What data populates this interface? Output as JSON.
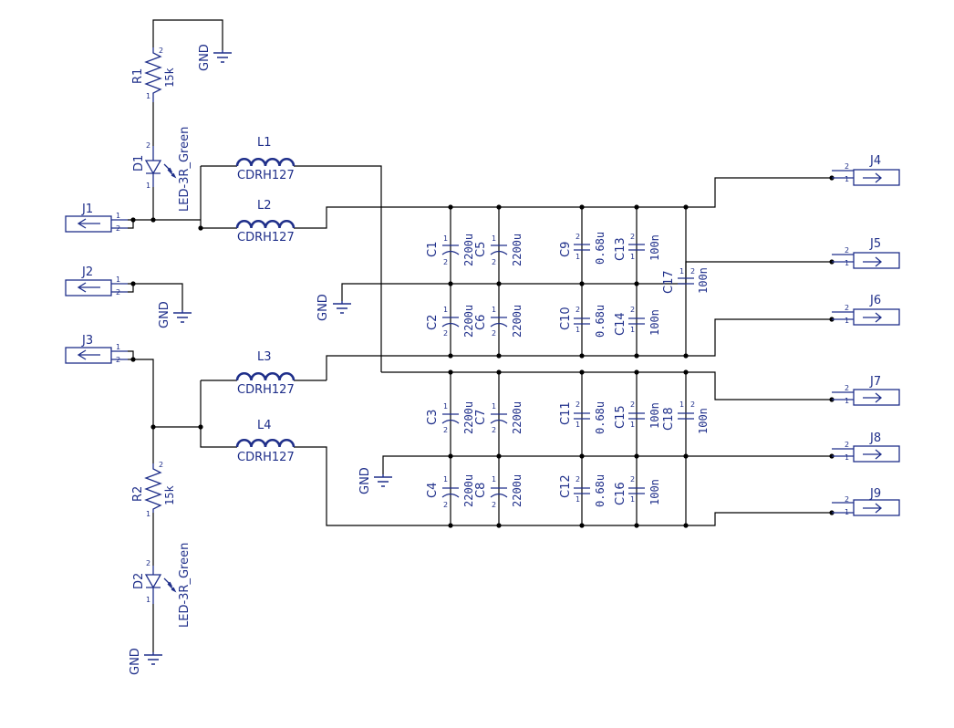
{
  "parts": {
    "R1": {
      "ref": "R1",
      "value": "15k",
      "pin_a": "2",
      "pin_b": "1"
    },
    "R2": {
      "ref": "R2",
      "value": "15k",
      "pin_a": "2",
      "pin_b": "1"
    },
    "D1": {
      "ref": "D1",
      "value": "LED-3R_Green",
      "pin_a": "2",
      "pin_b": "1"
    },
    "D2": {
      "ref": "D2",
      "value": "LED-3R_Green",
      "pin_a": "2",
      "pin_b": "1"
    },
    "L1": {
      "ref": "L1",
      "value": "CDRH127"
    },
    "L2": {
      "ref": "L2",
      "value": "CDRH127"
    },
    "L3": {
      "ref": "L3",
      "value": "CDRH127"
    },
    "L4": {
      "ref": "L4",
      "value": "CDRH127"
    },
    "J1": {
      "ref": "J1",
      "pin_a": "1",
      "pin_b": "2"
    },
    "J2": {
      "ref": "J2",
      "pin_a": "1",
      "pin_b": "2"
    },
    "J3": {
      "ref": "J3",
      "pin_a": "1",
      "pin_b": "2"
    },
    "J4": {
      "ref": "J4",
      "pin_a": "2",
      "pin_b": "1"
    },
    "J5": {
      "ref": "J5",
      "pin_a": "2",
      "pin_b": "1"
    },
    "J6": {
      "ref": "J6",
      "pin_a": "2",
      "pin_b": "1"
    },
    "J7": {
      "ref": "J7",
      "pin_a": "2",
      "pin_b": "1"
    },
    "J8": {
      "ref": "J8",
      "pin_a": "2",
      "pin_b": "1"
    },
    "J9": {
      "ref": "J9",
      "pin_a": "2",
      "pin_b": "1"
    },
    "C1": {
      "ref": "C1",
      "value": "2200u",
      "pin_a": "1",
      "pin_b": "2"
    },
    "C2": {
      "ref": "C2",
      "value": "2200u",
      "pin_a": "1",
      "pin_b": "2"
    },
    "C3": {
      "ref": "C3",
      "value": "2200u",
      "pin_a": "1",
      "pin_b": "2"
    },
    "C4": {
      "ref": "C4",
      "value": "2200u",
      "pin_a": "1",
      "pin_b": "2"
    },
    "C5": {
      "ref": "C5",
      "value": "2200u",
      "pin_a": "1",
      "pin_b": "2"
    },
    "C6": {
      "ref": "C6",
      "value": "2200u",
      "pin_a": "1",
      "pin_b": "2"
    },
    "C7": {
      "ref": "C7",
      "value": "2200u",
      "pin_a": "1",
      "pin_b": "2"
    },
    "C8": {
      "ref": "C8",
      "value": "2200u",
      "pin_a": "1",
      "pin_b": "2"
    },
    "C9": {
      "ref": "C9",
      "value": "0.68u",
      "pin_a": "2",
      "pin_b": "1"
    },
    "C10": {
      "ref": "C10",
      "value": "0.68u",
      "pin_a": "2",
      "pin_b": "1"
    },
    "C11": {
      "ref": "C11",
      "value": "0.68u",
      "pin_a": "2",
      "pin_b": "1"
    },
    "C12": {
      "ref": "C12",
      "value": "0.68u",
      "pin_a": "2",
      "pin_b": "1"
    },
    "C13": {
      "ref": "C13",
      "value": "100n",
      "pin_a": "2",
      "pin_b": "1"
    },
    "C14": {
      "ref": "C14",
      "value": "100n",
      "pin_a": "2",
      "pin_b": "1"
    },
    "C15": {
      "ref": "C15",
      "value": "100n",
      "pin_a": "2",
      "pin_b": "1"
    },
    "C16": {
      "ref": "C16",
      "value": "100n",
      "pin_a": "2",
      "pin_b": "1"
    },
    "C17": {
      "ref": "C17",
      "value": "100n",
      "pin_a": "1",
      "pin_b": "2"
    },
    "C18": {
      "ref": "C18",
      "value": "100n",
      "pin_a": "1",
      "pin_b": "2"
    }
  },
  "gnd_label": "GND",
  "colors": {
    "wire": "#000000",
    "symbol": "#1f2f8a"
  }
}
